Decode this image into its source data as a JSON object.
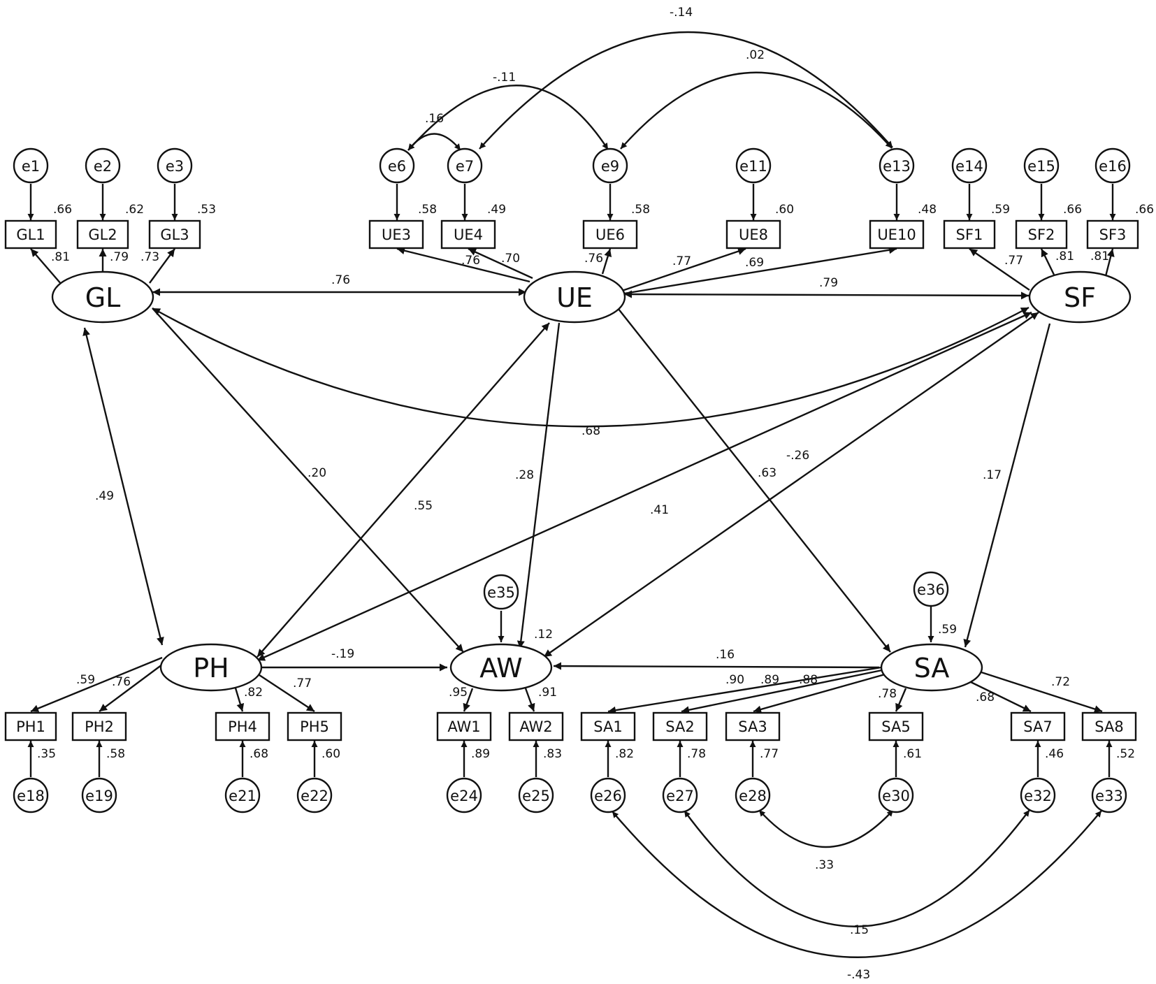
{
  "latents": {
    "GL": "GL",
    "UE": "UE",
    "SF": "SF",
    "PH": "PH",
    "AW": "AW",
    "SA": "SA"
  },
  "observed": {
    "GL1": "GL1",
    "GL2": "GL2",
    "GL3": "GL3",
    "UE3": "UE3",
    "UE4": "UE4",
    "UE6": "UE6",
    "UE8": "UE8",
    "UE10": "UE10",
    "SF1": "SF1",
    "SF2": "SF2",
    "SF3": "SF3",
    "PH1": "PH1",
    "PH2": "PH2",
    "PH4": "PH4",
    "PH5": "PH5",
    "AW1": "AW1",
    "AW2": "AW2",
    "SA1": "SA1",
    "SA2": "SA2",
    "SA3": "SA3",
    "SA5": "SA5",
    "SA7": "SA7",
    "SA8": "SA8"
  },
  "errors": {
    "e1": "e1",
    "e2": "e2",
    "e3": "e3",
    "e6": "e6",
    "e7": "e7",
    "e9": "e9",
    "e11": "e11",
    "e13": "e13",
    "e14": "e14",
    "e15": "e15",
    "e16": "e16",
    "e18": "e18",
    "e19": "e19",
    "e21": "e21",
    "e22": "e22",
    "e24": "e24",
    "e25": "e25",
    "e26": "e26",
    "e27": "e27",
    "e28": "e28",
    "e30": "e30",
    "e32": "e32",
    "e33": "e33",
    "e35": "e35",
    "e36": "e36"
  },
  "r2": {
    "GL1": ".66",
    "GL2": ".62",
    "GL3": ".53",
    "UE3": ".58",
    "UE4": ".49",
    "UE6": ".58",
    "UE8": ".60",
    "UE10": ".48",
    "SF1": ".59",
    "SF2": ".66",
    "SF3": ".66",
    "PH1": ".35",
    "PH2": ".58",
    "PH4": ".68",
    "PH5": ".60",
    "AW1": ".89",
    "AW2": ".83",
    "SA1": ".82",
    "SA2": ".78",
    "SA3": ".77",
    "SA5": ".61",
    "SA7": ".46",
    "SA8": ".52",
    "AW": ".12",
    "SA": ".59"
  },
  "loadings": {
    "GL1": ".81",
    "GL2": ".79",
    "GL3": ".73",
    "UE3": ".76",
    "UE4": ".70",
    "UE6": ".76",
    "UE8": ".77",
    "UE10": ".69",
    "SF1": ".77",
    "SF2": ".81",
    "SF3": ".81",
    "PH1": ".59",
    "PH2": ".76",
    "PH4": ".82",
    "PH5": ".77",
    "AW1": ".95",
    "AW2": ".91",
    "SA1": ".90",
    "SA2": ".89",
    "SA3": ".88",
    "SA5": ".78",
    "SA7": ".68",
    "SA8": ".72"
  },
  "structural": {
    "GL_UE": ".76",
    "UE_SF": ".79",
    "GL_SF": ".68",
    "GL_PH": ".49",
    "GL_AW": ".20",
    "PH_UE": ".55",
    "UE_AW": ".28",
    "SF_PH": ".41",
    "UE_SA": ".63",
    "SF_AW": "-.26",
    "SF_SA": ".17",
    "PH_AW": "-.19",
    "SA_AW": ".16"
  },
  "covariances": {
    "e6_e7": ".16",
    "e6_e9": "-.11",
    "e7_e13": "-.14",
    "e9_e13": ".02",
    "e28_e30": ".33",
    "e27_e32": ".15",
    "e26_e33": "-.43"
  }
}
